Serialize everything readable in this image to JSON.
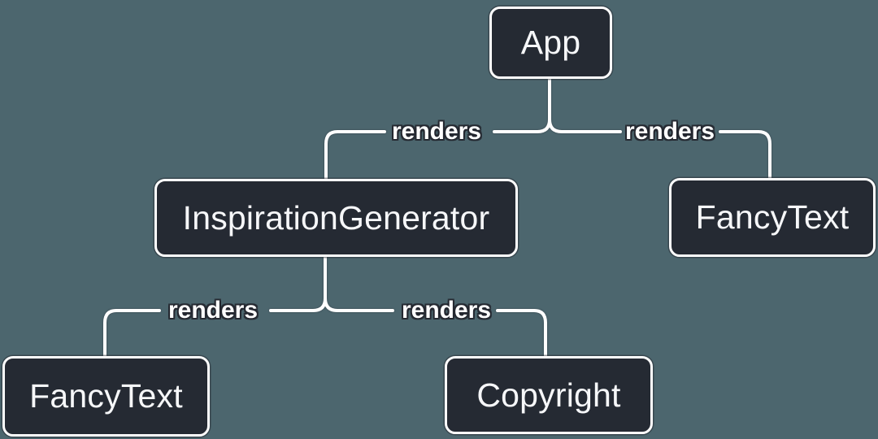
{
  "diagram": {
    "type": "component-render-tree",
    "colors": {
      "background": "#4c666e",
      "node_fill": "#252a33",
      "node_border": "#ffffff",
      "node_text": "#f6f7f9",
      "edge_line": "#ffffff",
      "edge_label_text": "#ffffff",
      "edge_label_outline": "#23272f"
    },
    "nodes": [
      {
        "id": "app",
        "label": "App"
      },
      {
        "id": "inspiration-generator",
        "label": "InspirationGenerator"
      },
      {
        "id": "fancy-text-top-right",
        "label": "FancyText"
      },
      {
        "id": "fancy-text-bottom-left",
        "label": "FancyText"
      },
      {
        "id": "copyright",
        "label": "Copyright"
      }
    ],
    "edges": [
      {
        "from": "App",
        "to": "InspirationGenerator",
        "label": "renders"
      },
      {
        "from": "App",
        "to": "FancyText",
        "label": "renders"
      },
      {
        "from": "InspirationGenerator",
        "to": "FancyText",
        "label": "renders"
      },
      {
        "from": "InspirationGenerator",
        "to": "Copyright",
        "label": "renders"
      }
    ]
  }
}
